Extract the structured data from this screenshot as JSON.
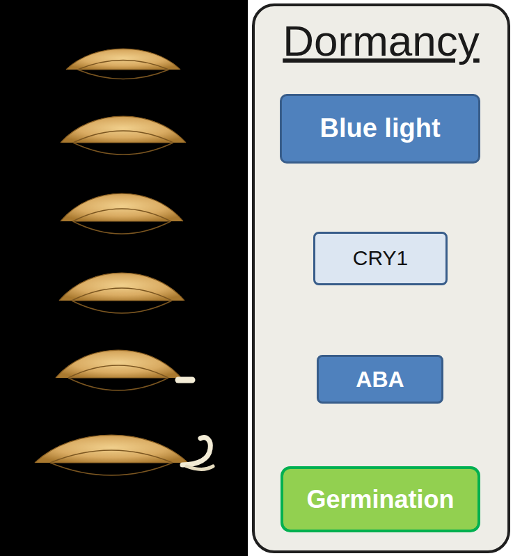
{
  "diagram": {
    "nodes": [
      {
        "text": [
          "Dormancy"
        ]
      },
      {
        "text": [
          "Blue light"
        ],
        "in": 0
      },
      {
        "text": [
          "CRY1"
        ],
        "in": 0
      },
      {
        "text": [
          "ABA"
        ],
        "in": 0
      },
      {
        "text": [
          "Germination"
        ],
        "in": 0
      }
    ],
    "edges": [
      {
        "from": 1,
        "to": 2,
        "arrow": "to"
      },
      {
        "from": 2,
        "to": 3,
        "arrow": "to"
      },
      {
        "from": 3,
        "to": 4,
        "arrow": "to"
      }
    ]
  }
}
